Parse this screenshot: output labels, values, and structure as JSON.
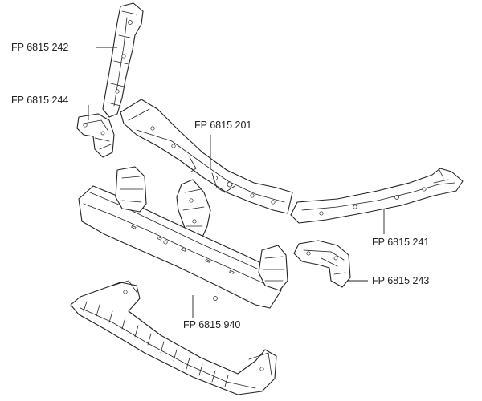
{
  "labels": {
    "upper_left_strut": "FP 6815 242",
    "left_bracket": "FP 6815 244",
    "upper_crossmember": "FP 6815 201",
    "right_crossmember": "FP 6815 241",
    "right_bracket": "FP 6815 243",
    "bumper_beam": "FP 6815 940"
  }
}
